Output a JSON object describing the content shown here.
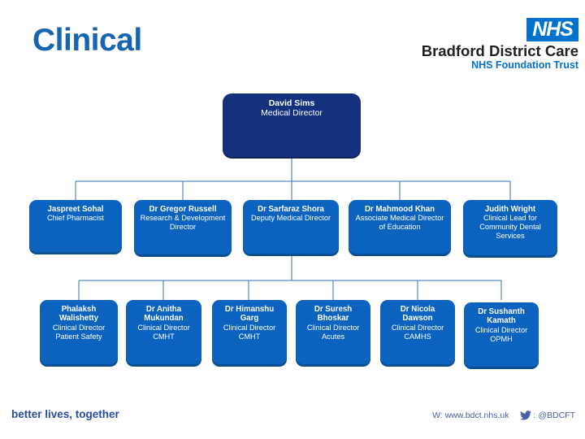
{
  "header": {
    "title": "Clinical",
    "title_color": "#1765AF",
    "logo": {
      "badge": "NHS",
      "badge_bg": "#0072CE",
      "trust_name": "Bradford District Care",
      "trust_sub": "NHS Foundation Trust"
    }
  },
  "chart_data": {
    "type": "org-chart",
    "title": "Clinical",
    "root_color": "#15317E",
    "node_color": "#0B63BF",
    "connector_color": "#2C6EB5",
    "levels": [
      {
        "level": 1,
        "nodes": [
          {
            "name": "David Sims",
            "role": "Medical Director"
          }
        ]
      },
      {
        "level": 2,
        "nodes": [
          {
            "name": "Jaspreet Sohal",
            "role": "Chief Pharmacist"
          },
          {
            "name": "Dr Gregor Russell",
            "role": "Research & Development Director"
          },
          {
            "name": "Dr Sarfaraz Shora",
            "role": "Deputy Medical Director"
          },
          {
            "name": "Dr Mahmood Khan",
            "role": "Associate Medical Director of Education"
          },
          {
            "name": "Judith Wright",
            "role": "Clinical Lead for Community Dental Services"
          }
        ]
      },
      {
        "level": 3,
        "parent": "Dr Sarfaraz Shora",
        "nodes": [
          {
            "name": "Phalaksh Walishetty",
            "role": "Clinical Director Patient Safety"
          },
          {
            "name": "Dr Anitha Mukundan",
            "role": "Clinical Director CMHT"
          },
          {
            "name": "Dr Himanshu Garg",
            "role": "Clinical Director CMHT"
          },
          {
            "name": "Dr Suresh Bhoskar",
            "role": "Clinical Director Acutes"
          },
          {
            "name": "Dr Nicola Dawson",
            "role": "Clinical Director CAMHS"
          },
          {
            "name": "Dr Sushanth Kamath",
            "role": "Clinical Director OPMH"
          }
        ]
      }
    ]
  },
  "footer": {
    "tagline": "better lives, together",
    "website": "W: www.bdct.nhs.uk",
    "social_handle": ": @BDCFT"
  }
}
